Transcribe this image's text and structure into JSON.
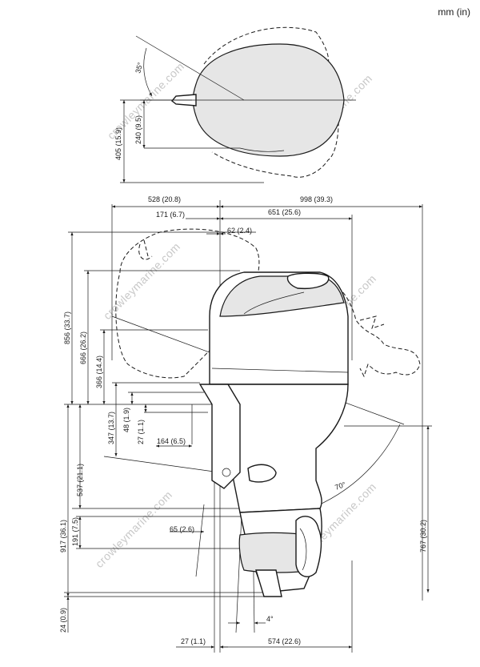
{
  "units": "mm (in)",
  "watermark": "crowleymarine.com",
  "top_view": {
    "angle": "35°",
    "dim_240": "240 (9.5)",
    "dim_405": "405 (15.9)"
  },
  "side_view": {
    "dim_528": "528 (20.8)",
    "dim_998": "998 (39.3)",
    "dim_171": "171 (6.7)",
    "dim_651": "651 (25.6)",
    "dim_62": "62 (2.4)",
    "dim_856": "856 (33.7)",
    "dim_666": "666 (26.2)",
    "dim_366": "366 (14.4)",
    "dim_347": "347 (13.7)",
    "dim_48": "48 (1.9)",
    "dim_27a": "27 (1.1)",
    "dim_164": "164 (6.5)",
    "dim_537": "537 (21.1)",
    "dim_917": "917 (36.1)",
    "dim_191": "191 (7.5)",
    "dim_65": "65 (2.6)",
    "dim_767": "767 (30.2)",
    "angle_70": "70°",
    "angle_4": "4°",
    "dim_24": "24 (0.9)",
    "dim_27b": "27 (1.1)",
    "dim_574": "574 (22.6)"
  }
}
